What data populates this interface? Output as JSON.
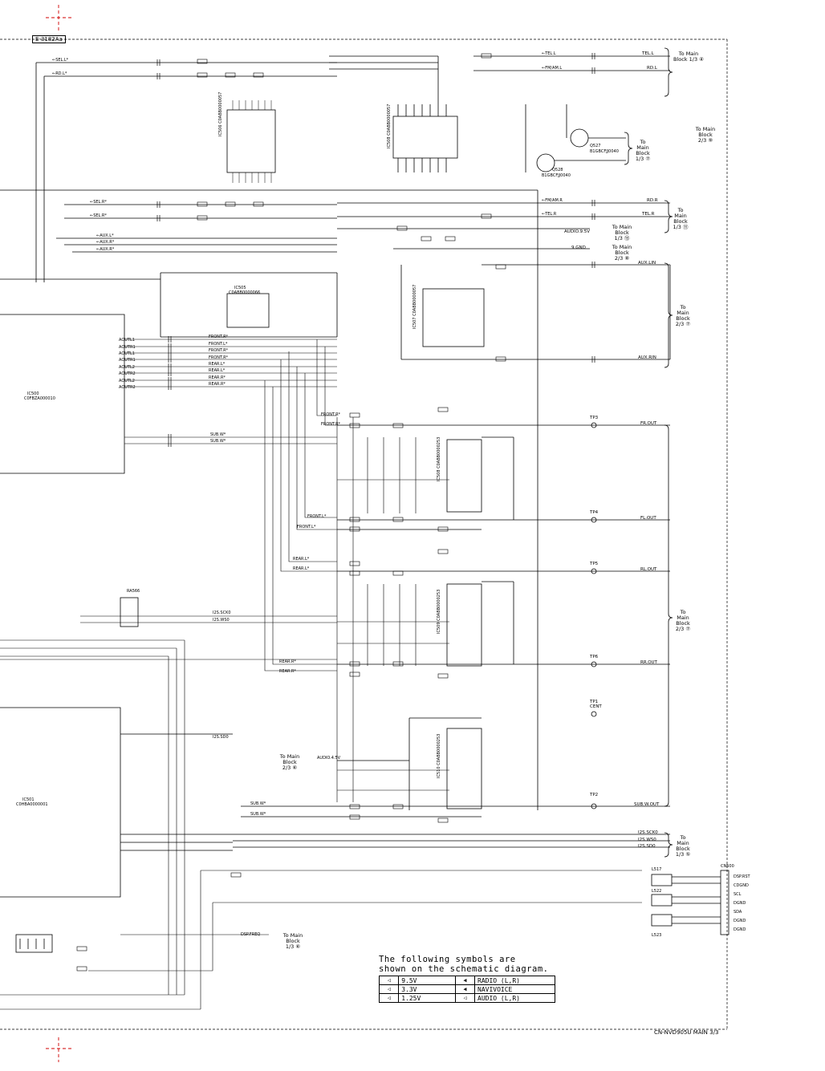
{
  "sheet": {
    "header_label": "E-3182Aa",
    "footer_label": "CN-NVD905U MAIN 3/3"
  },
  "legend": {
    "title_line1": "The following symbols are",
    "title_line2": "shown on the schematic diagram.",
    "rows": [
      {
        "sym": "9.5V",
        "label": "9.5V",
        "arrow": "RADIO",
        "arrow_label": "RADIO    (L,R)"
      },
      {
        "sym": "3.3V",
        "label": "3.3V",
        "arrow": "NAVIVOICE",
        "arrow_label": "NAVIVOICE"
      },
      {
        "sym": "1.25V",
        "label": "1.25V",
        "arrow": "AUDIO",
        "arrow_label": "AUDIO    (L,R)"
      }
    ]
  },
  "ics": [
    {
      "ref": "IC506",
      "part": "C0ABB0000057"
    },
    {
      "ref": "IC508",
      "part": "C0ABB0000057"
    },
    {
      "ref": "IC505",
      "part": "C0ABB0000066"
    },
    {
      "ref": "IC507",
      "part": "C0ABB0000057"
    },
    {
      "ref": "IC500",
      "part": "C0FBZA000010"
    },
    {
      "ref": "IC508",
      "part": "C0ABB0000253"
    },
    {
      "ref": "IC509",
      "part": "C0ABB0000253"
    },
    {
      "ref": "IC510",
      "part": "C0ABB0000253"
    },
    {
      "ref": "IC501",
      "part": "C0HBA0000001"
    }
  ],
  "transistors": [
    {
      "ref": "Q527",
      "part": "B1GBCFJJ0040"
    },
    {
      "ref": "Q528",
      "part": "B1GBCFJJ0040"
    }
  ],
  "connections": [
    {
      "label": "To Main Block 1/3 ④"
    },
    {
      "label": "To Main Block 2/3 ⑨"
    },
    {
      "label": "To Main Block 1/3 ⑦"
    },
    {
      "label": "To Main Block 1/3 ⑪"
    },
    {
      "label": "To Main Block 1/3 ⑬"
    },
    {
      "label": "To Main Block 2/3 ⑧"
    },
    {
      "label": "To Main Block 2/3 ⑦"
    },
    {
      "label": "To Main Block 2/3 ⑦"
    },
    {
      "label": "To Main Block 2/3 ⑥"
    },
    {
      "label": "To Main Block 1/3 ⑤"
    },
    {
      "label": "To Main Block 1/3 ⑥"
    }
  ],
  "outputs": [
    {
      "tp": "TP3",
      "label": "FR.OUT"
    },
    {
      "tp": "TP4",
      "label": "FL.OUT"
    },
    {
      "tp": "TP5",
      "label": "RL.OUT"
    },
    {
      "tp": "TP6",
      "label": "RR.OUT"
    },
    {
      "tp": "TP1",
      "label": "CENT"
    },
    {
      "tp": "TP2",
      "label": "SUB.W.OUT"
    }
  ],
  "right_signals": [
    "TEL.L",
    "RD.L",
    "RD.R",
    "TEL.R",
    "AUDIO.9.5V",
    "9.GND",
    "AUX.LIN",
    "AUX.RIN",
    "I2S.SCK0",
    "I2S.WS0",
    "I2S.SD0"
  ],
  "connector": {
    "ref": "CN500",
    "pins": [
      "DSP.RST",
      "CDGND",
      "SCL",
      "DGND",
      "SDA",
      "DGND",
      "DGND"
    ]
  },
  "chokes": [
    "L517",
    "L522",
    "L523"
  ],
  "colors": {
    "line": "#000000",
    "paper": "#ffffff",
    "crop": "#d00000"
  }
}
